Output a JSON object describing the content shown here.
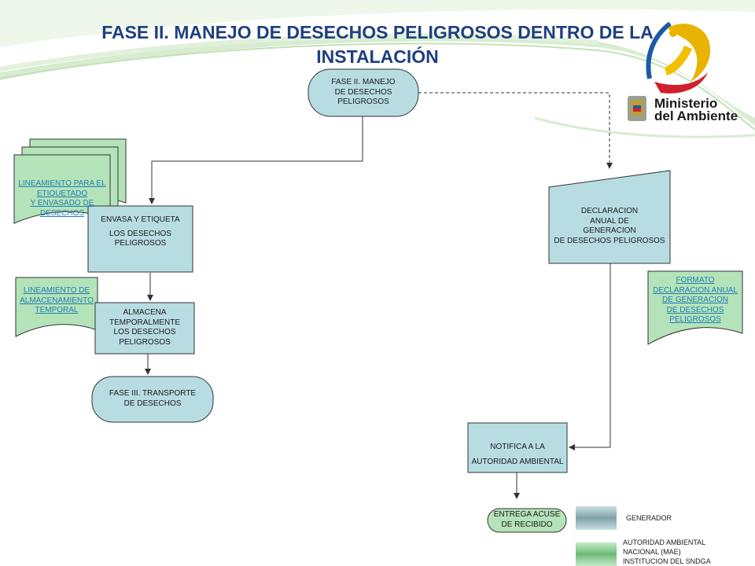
{
  "title": {
    "line1": "FASE II. MANEJO DE DESECHOS PELIGROSOS DENTRO DE LA",
    "line2": "INSTALACIÓN"
  },
  "logo": {
    "line1": "Ministerio",
    "line2": "del Ambiente"
  },
  "nodes": {
    "start": [
      "FASE II. MANEJO",
      "DE DESECHOS",
      "PELIGROSOS"
    ],
    "envasa": [
      "ENVASA   Y ETIQUETA",
      "",
      "LOS DESECHOS",
      "PELIGROSOS"
    ],
    "almacena": [
      "ALMACENA",
      "TEMPORALMENTE",
      "LOS DESECHOS",
      "PELIGROSOS"
    ],
    "fase3": [
      "FASE III. TRANSPORTE",
      "DE DESECHOS"
    ],
    "declaracion": [
      "DECLARACION",
      "ANUAL DE",
      "GENERACION",
      "DE DESECHOS PELIGROSOS"
    ],
    "notifica": [
      "NOTIFICA  A LA",
      "",
      "AUTORIDAD AMBIENTAL"
    ],
    "acuse": [
      "ENTREGA ACUSE",
      "DE RECIBIDO"
    ]
  },
  "documents": {
    "lineamiento_etiquetado": [
      "LINEAMIENTO PARA EL",
      "ETIQUETADO",
      "Y ENVASADO DE",
      "DESECHOS"
    ],
    "lineamiento_almacenamiento": [
      "LINEAMIENTO DE",
      "ALMACENAMIENTO",
      "TEMPORAL"
    ],
    "formato_declaracion": [
      "FORMATO",
      "DECLARACION ANUAL",
      "DE GENERACION",
      "DE DESECHOS",
      "PELIGROSOS"
    ]
  },
  "legend": {
    "generador": "GENERADOR",
    "autoridad": [
      "AUTORIDAD AMBIENTAL",
      "NACIONAL (MAE)",
      "INSTITUCION DEL SNDGA"
    ]
  },
  "colors": {
    "title": "#1f3f7f",
    "process_fill": "#b7dde3",
    "document_fill": "#b5e3b9",
    "legend_generador": "#9fc3c8",
    "legend_autoridad": "#8fcf98",
    "link": "#1f7fb5"
  }
}
